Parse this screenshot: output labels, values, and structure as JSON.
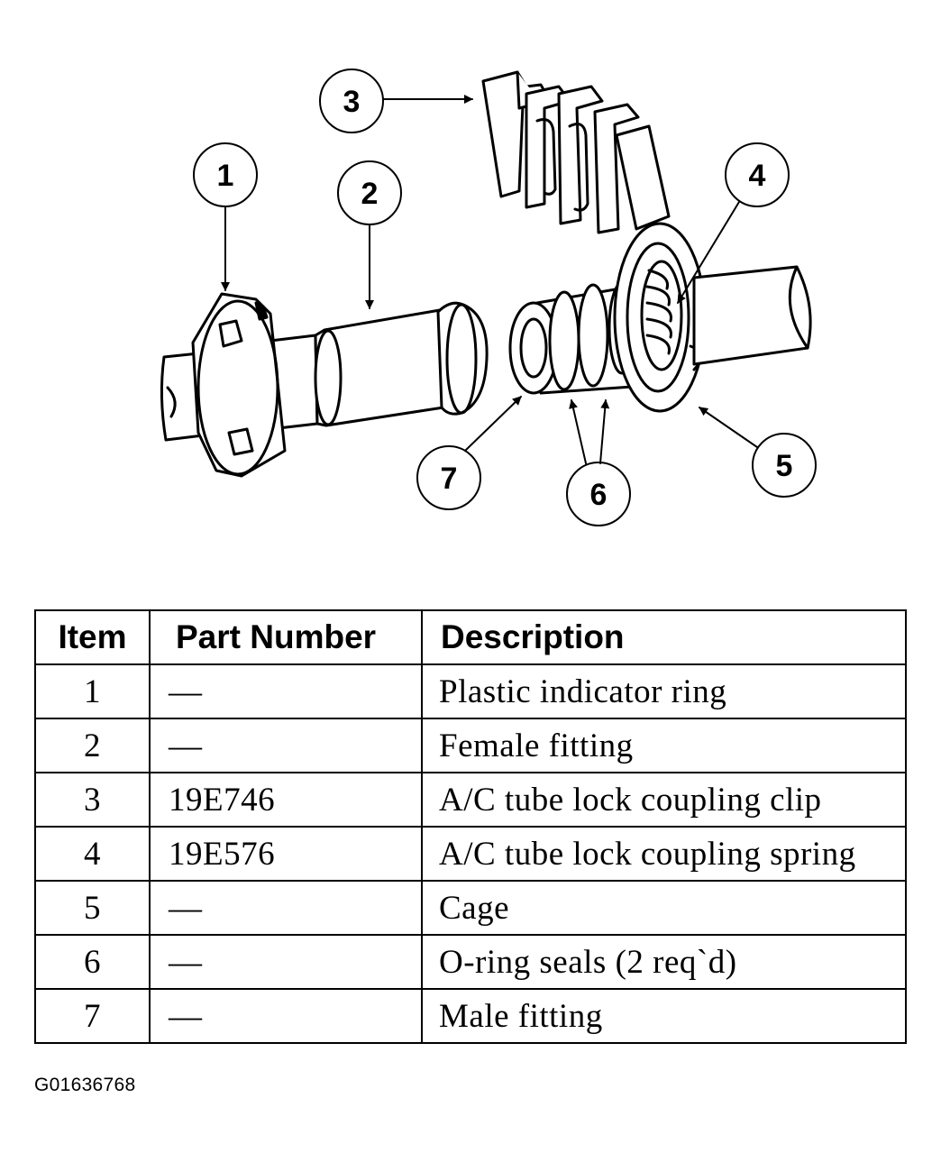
{
  "callouts": [
    "1",
    "2",
    "3",
    "4",
    "5",
    "6",
    "7"
  ],
  "table": {
    "headers": {
      "item": "Item",
      "part": "Part Number",
      "desc": "Description"
    },
    "rows": [
      {
        "item": "1",
        "part": "—",
        "desc": "Plastic indicator ring"
      },
      {
        "item": "2",
        "part": "—",
        "desc": "Female fitting"
      },
      {
        "item": "3",
        "part": "19E746",
        "desc": "A/C tube lock coupling clip"
      },
      {
        "item": "4",
        "part": "19E576",
        "desc": "A/C tube lock coupling spring"
      },
      {
        "item": "5",
        "part": "—",
        "desc": "Cage"
      },
      {
        "item": "6",
        "part": "—",
        "desc": "O-ring seals (2 req`d)"
      },
      {
        "item": "7",
        "part": "—",
        "desc": "Male fitting"
      }
    ]
  },
  "figure_code": "G01636768"
}
